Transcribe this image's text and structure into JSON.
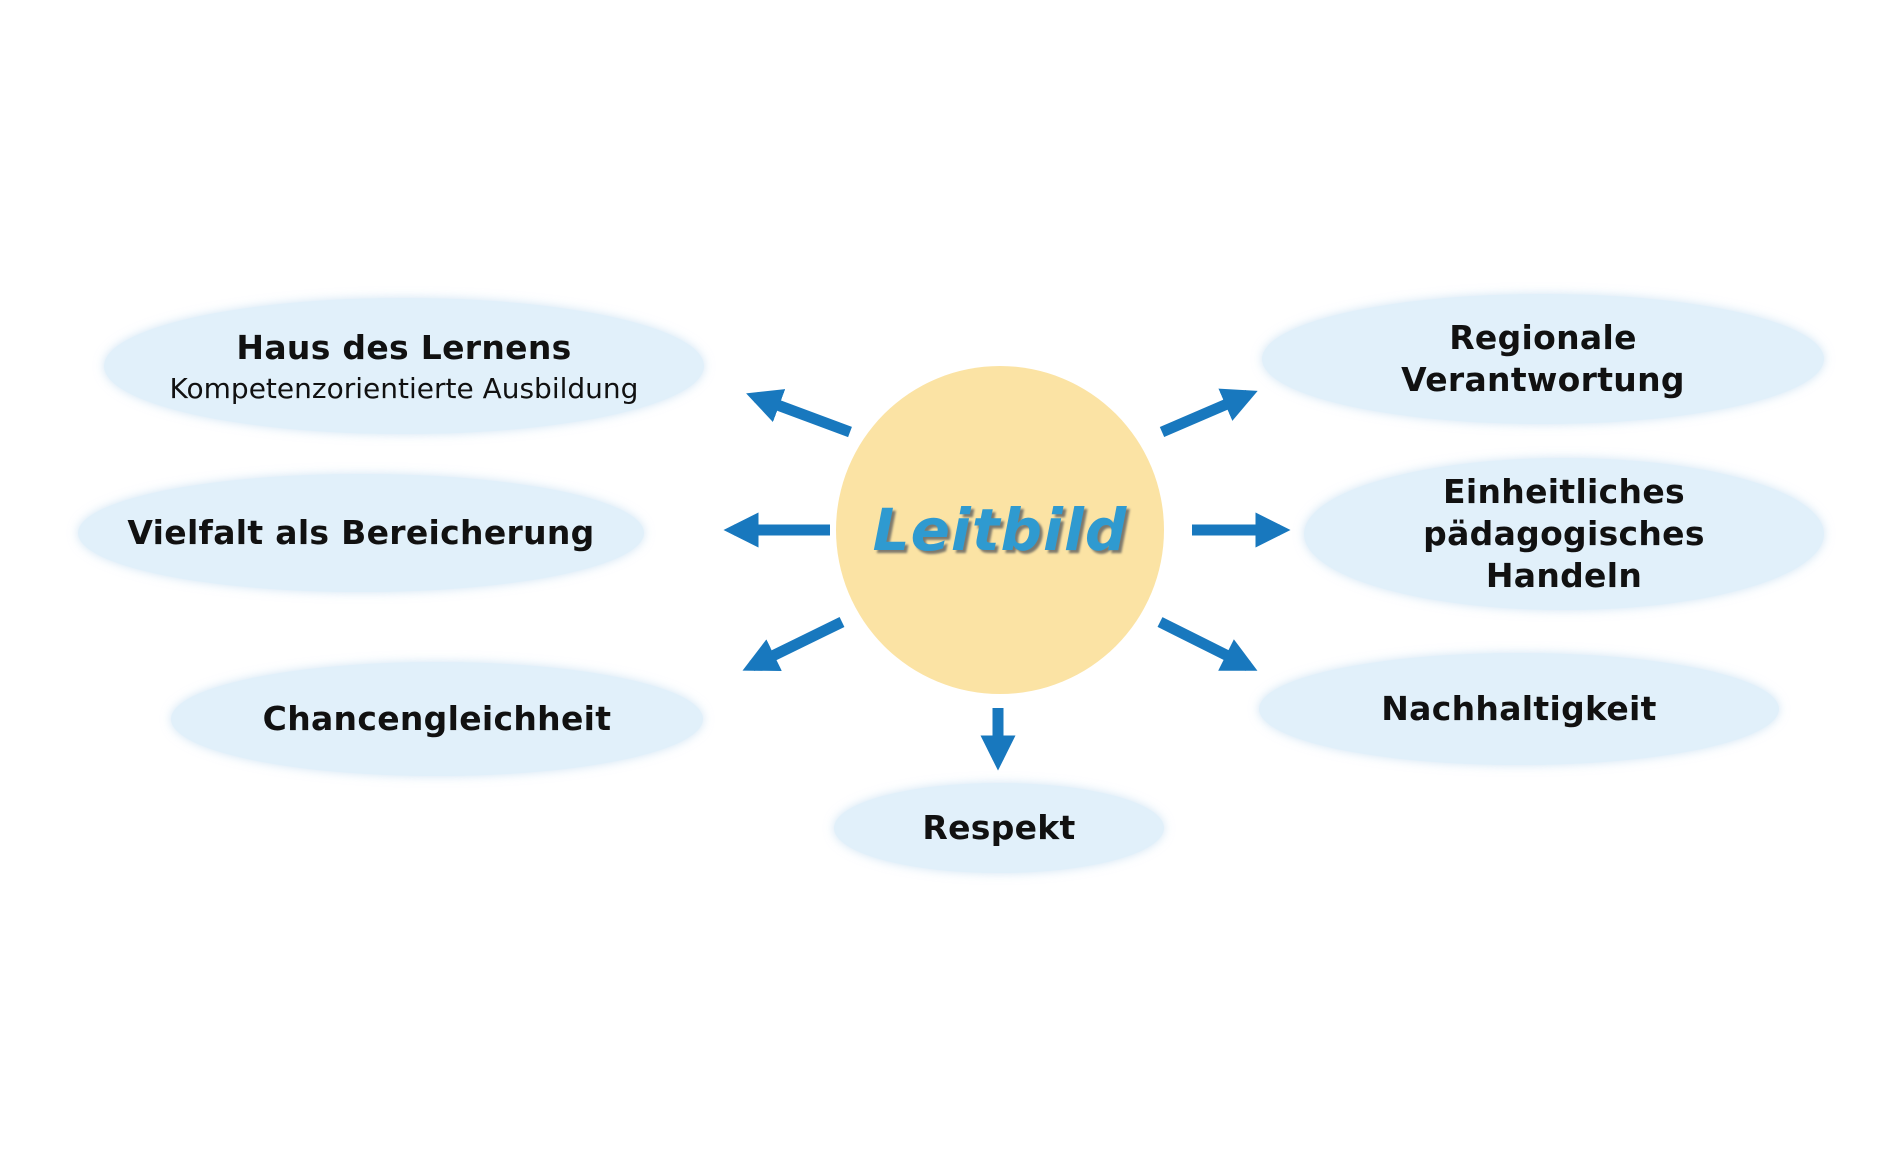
{
  "diagram": {
    "center": {
      "label": "Leitbild"
    },
    "nodes": [
      {
        "id": "haus-des-lernens",
        "label": "Haus des Lernens",
        "sublabel": "Kompetenzorientierte Ausbildung"
      },
      {
        "id": "vielfalt-als-bereicherung",
        "label": "Vielfalt als Bereicherung"
      },
      {
        "id": "chancengleichheit",
        "label": "Chancengleichheit"
      },
      {
        "id": "regionale-verantwortung",
        "label": "Regionale\nVerantwortung"
      },
      {
        "id": "einheitliches-paedagogisches-handeln",
        "label": "Einheitliches\npädagogisches\nHandeln"
      },
      {
        "id": "nachhaltigkeit",
        "label": "Nachhaltigkeit"
      },
      {
        "id": "respekt",
        "label": "Respekt"
      }
    ],
    "colors": {
      "ellipse_fill": "#E1F0FA",
      "circle_fill": "#FBE3A4",
      "arrow": "#1878BE",
      "center_text": "#2F9AD0",
      "node_text": "#111111"
    }
  }
}
